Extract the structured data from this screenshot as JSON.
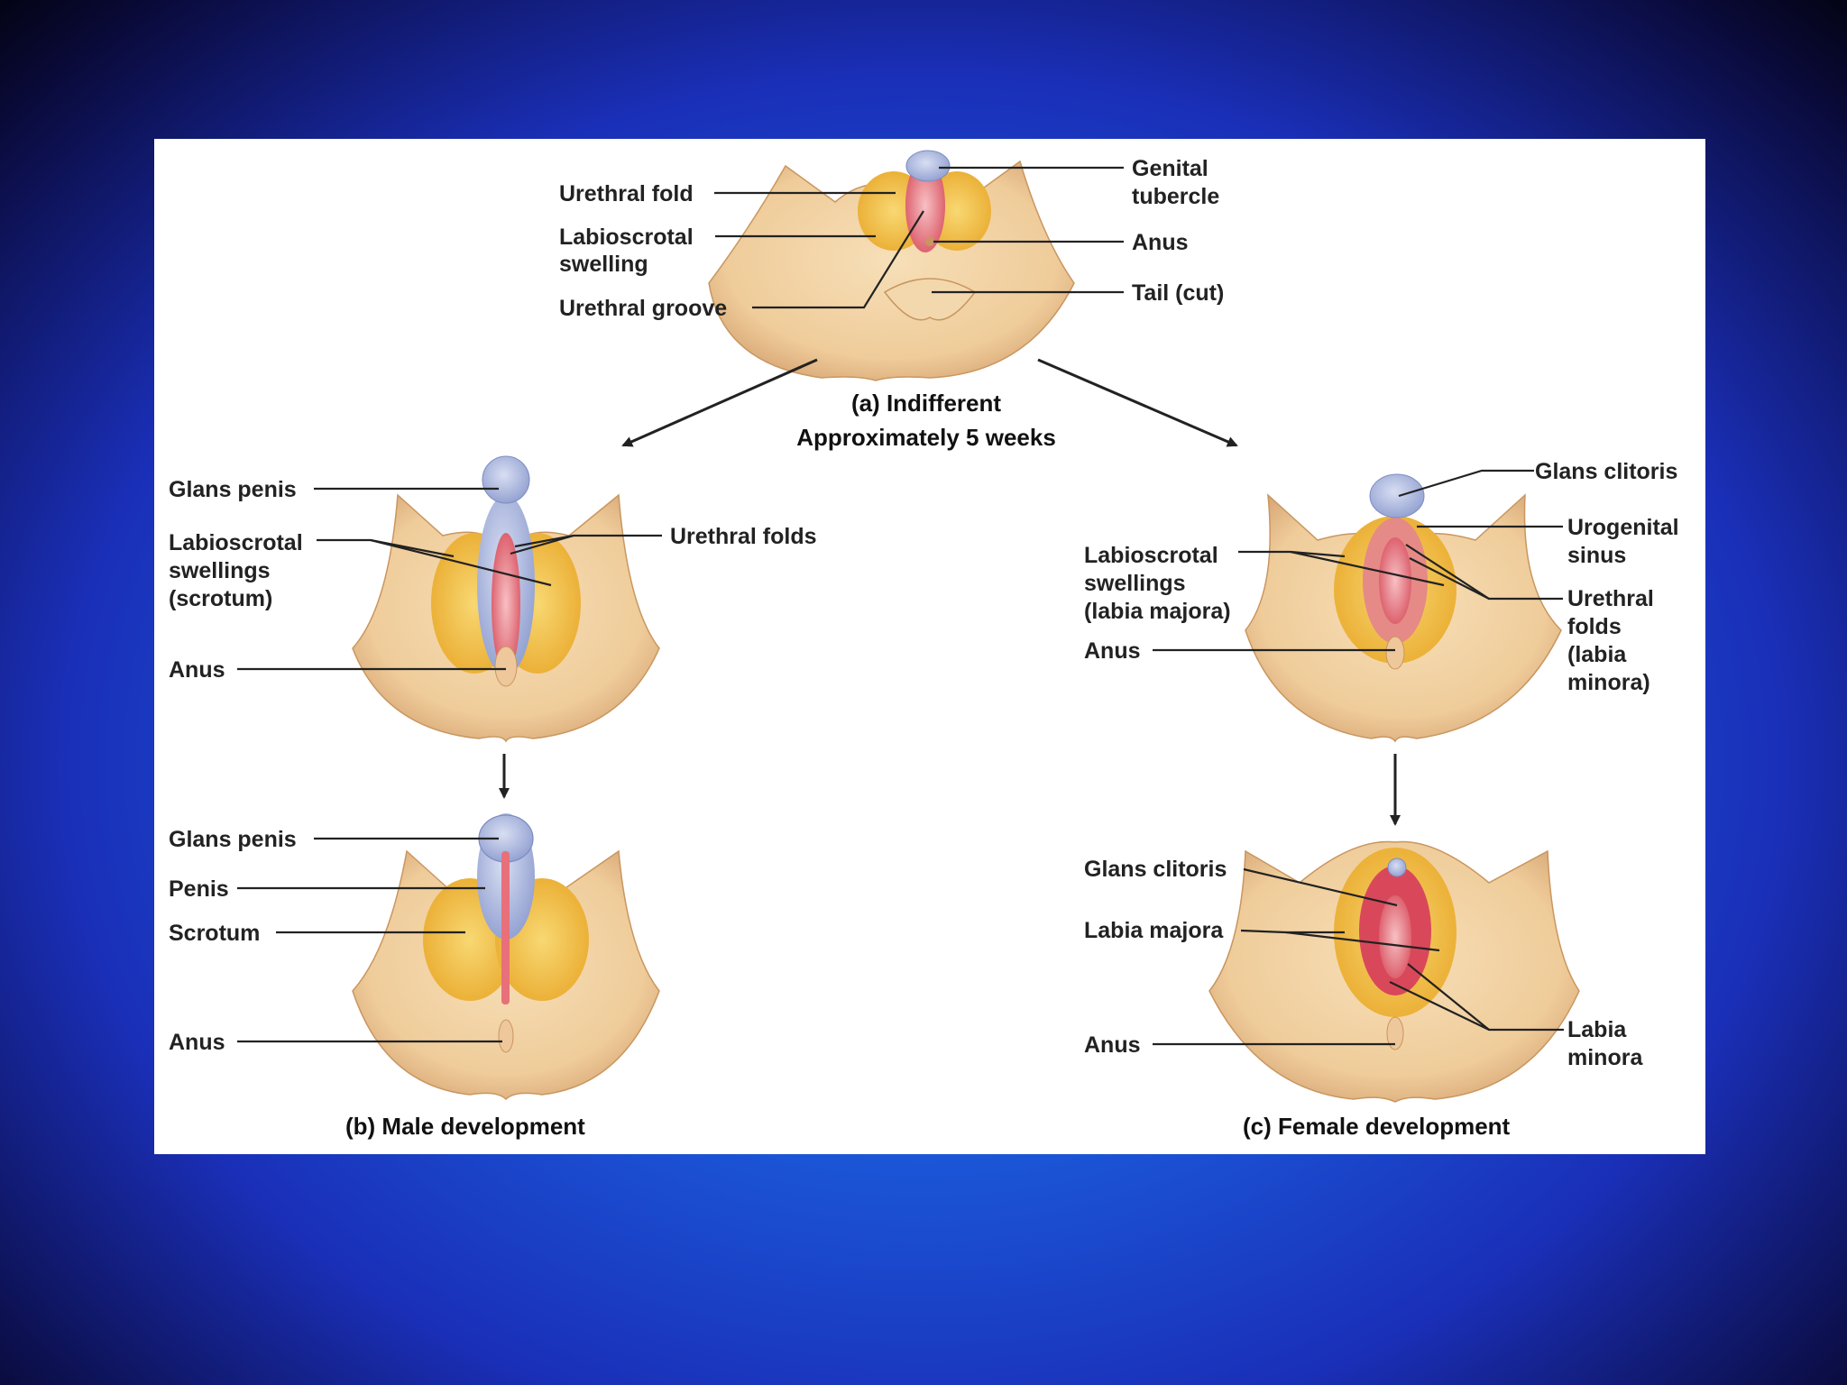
{
  "panel_a": {
    "caption_line1": "(a) Indifferent",
    "caption_line2": "Approximately 5 weeks",
    "labels": {
      "urethral_fold": "Urethral fold",
      "labioscrotal_1": "Labioscrotal",
      "labioscrotal_2": "swelling",
      "urethral_groove": "Urethral groove",
      "genital_1": "Genital",
      "genital_2": "tubercle",
      "anus": "Anus",
      "tail": "Tail (cut)"
    }
  },
  "panel_b_top": {
    "labels": {
      "glans_penis": "Glans penis",
      "labioscrotal_1": "Labioscrotal",
      "labioscrotal_2": "swellings",
      "labioscrotal_3": "(scrotum)",
      "anus": "Anus",
      "urethral_folds": "Urethral folds"
    }
  },
  "panel_b_bottom": {
    "caption": "(b) Male development",
    "labels": {
      "glans_penis": "Glans penis",
      "penis": "Penis",
      "scrotum": "Scrotum",
      "anus": "Anus"
    }
  },
  "panel_c_top": {
    "labels": {
      "glans_clitoris": "Glans clitoris",
      "urogenital_1": "Urogenital",
      "urogenital_2": "sinus",
      "urethral_1": "Urethral",
      "urethral_2": "folds",
      "urethral_3": "(labia",
      "urethral_4": "minora)",
      "labioscrotal_1": "Labioscrotal",
      "labioscrotal_2": "swellings",
      "labioscrotal_3": "(labia majora)",
      "anus": "Anus"
    }
  },
  "panel_c_bottom": {
    "caption": "(c) Female development",
    "labels": {
      "glans_clitoris": "Glans clitoris",
      "labia_majora": "Labia majora",
      "anus": "Anus",
      "labia_minora_1": "Labia",
      "labia_minora_2": "minora"
    }
  },
  "colors": {
    "skin": "#f2d3a6",
    "skin_shade": "#d9a978",
    "swelling": "#f5c44a",
    "fold_pink": "#e8707a",
    "glans_blue": "#a9b6dc"
  }
}
